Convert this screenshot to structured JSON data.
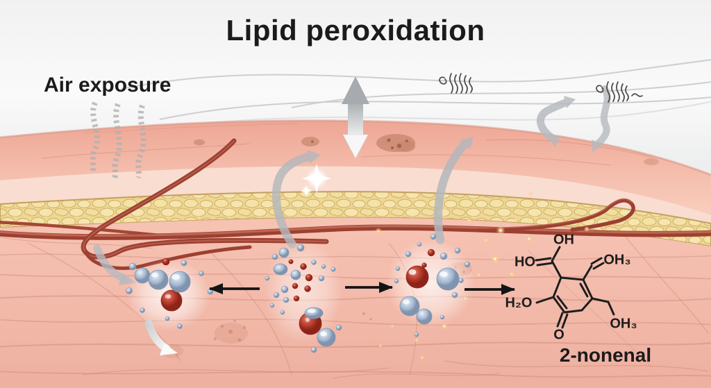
{
  "title": "Lipid peroxidation",
  "air_label": "Air exposure",
  "product_label": "2-nonenal",
  "molecule_labels": {
    "hydroxyl_top": "OH",
    "hydroxyl_left": "HO",
    "methoxy_right": "OH₃",
    "water_left": "H₂O",
    "ketone_bottom": "O",
    "methoxy_bottom": "OH₃"
  },
  "colors": {
    "background_air": "#eef0f1",
    "epidermis": "#f2b5a5",
    "highlight_band": "#f9ddd0",
    "lipid_layer": "#f6e6b2",
    "lipid_cell_outline": "#d3b36f",
    "dermis": "#f1b6a6",
    "blood_vessel": "#9c4032",
    "molecule_blue": "#aabfd8",
    "molecule_red": "#b23a2e",
    "arrow_black": "#141414",
    "arrow_gray": "#b7bac0",
    "sparkle_gold": "#f5c985",
    "text": "#1b1b1b"
  }
}
